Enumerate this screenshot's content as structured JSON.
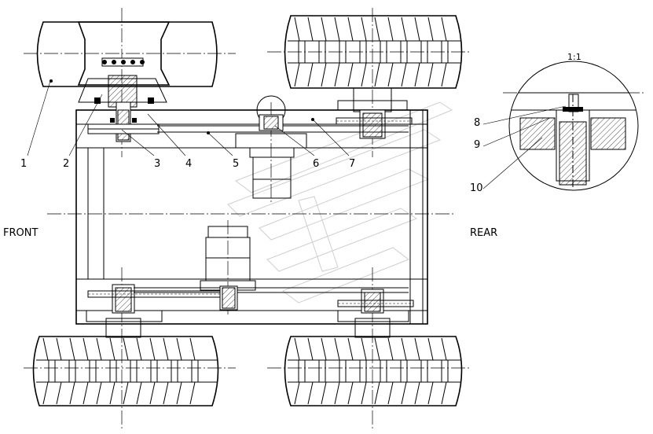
{
  "labels": {
    "front": "FRONT",
    "rear": "REAR",
    "scale": "1:1"
  },
  "callouts": [
    {
      "text": "1"
    },
    {
      "text": "2"
    },
    {
      "text": "3"
    },
    {
      "text": "4"
    },
    {
      "text": "5"
    },
    {
      "text": "6"
    },
    {
      "text": "7"
    },
    {
      "text": "8"
    },
    {
      "text": "9"
    },
    {
      "text": "10"
    }
  ]
}
